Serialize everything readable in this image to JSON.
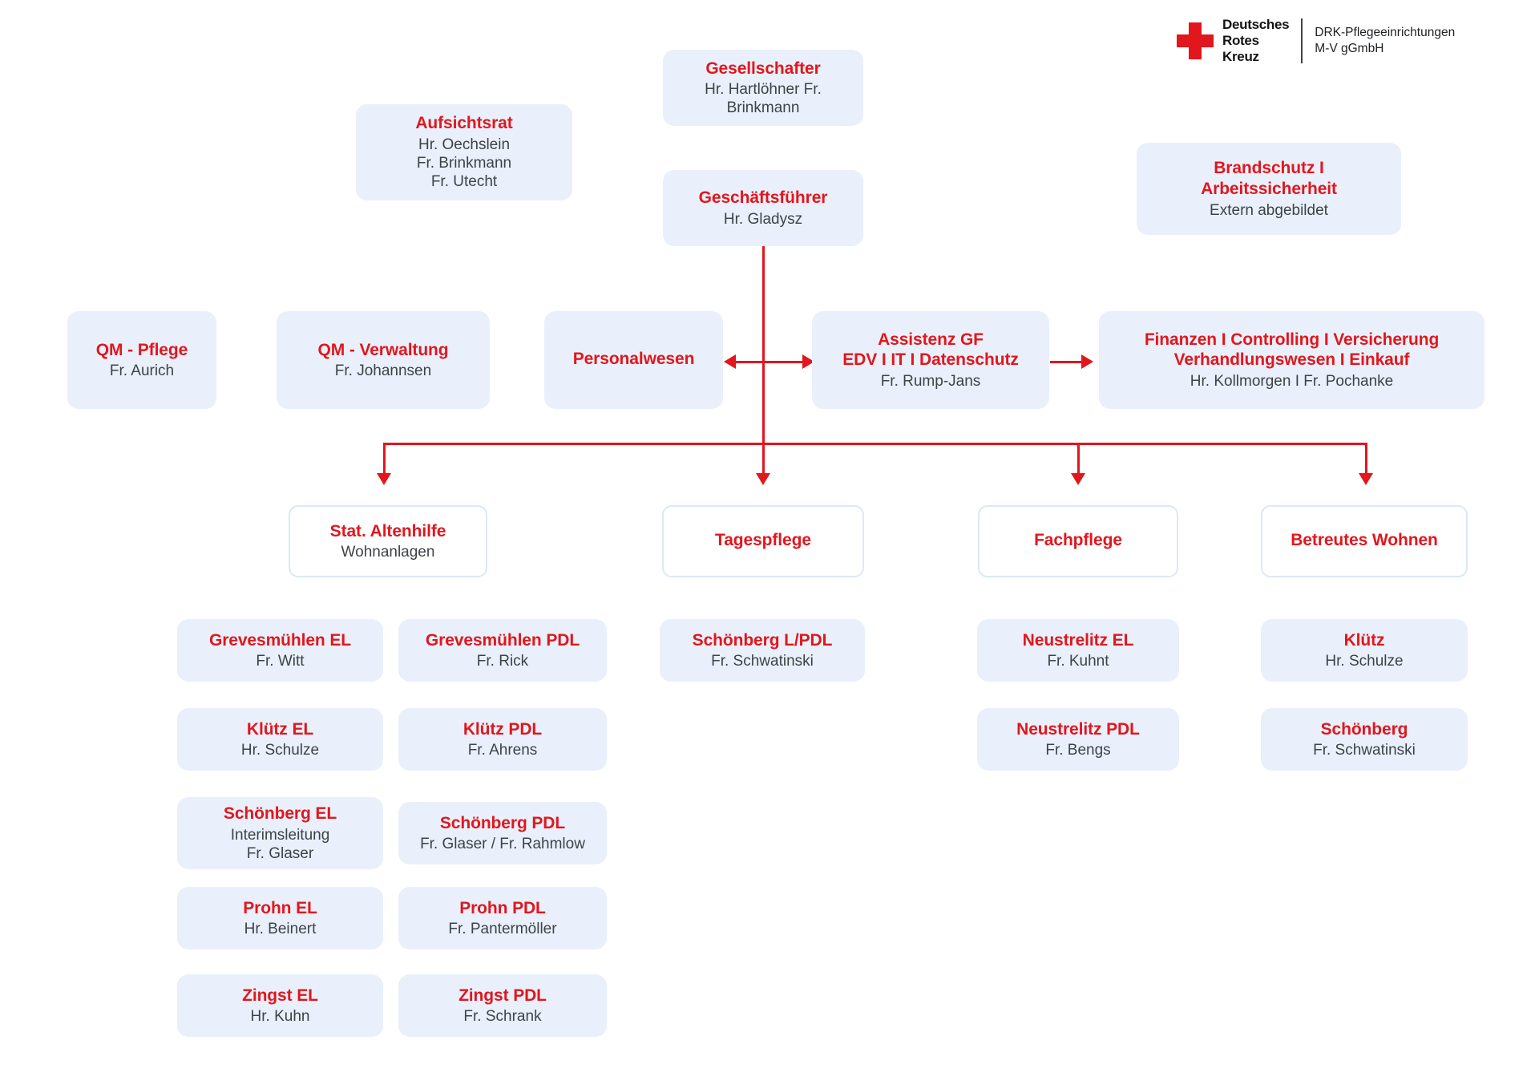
{
  "logo": {
    "icon": "red-cross-icon",
    "org_name": "Deutsches\nRotes\nKreuz",
    "company": "DRK-Pflegeeinrichtungen\nM-V gGmbH"
  },
  "colors": {
    "accent_red": "#e2161d",
    "box_fill": "#e9f0fb",
    "box_outline": "#dce8f7",
    "text_gray": "#3f4347",
    "background": "#ffffff"
  },
  "governance": {
    "aufsichtsrat": {
      "title": "Aufsichtsrat",
      "members": "Hr. Oechslein\nFr. Brinkmann\nFr. Utecht"
    },
    "gesellschafter": {
      "title": "Gesellschafter",
      "members": "Hr. Hartlöhner Fr.\nBrinkmann"
    },
    "geschaeftsfuehrer": {
      "title": "Geschäftsführer",
      "members": "Hr. Gladysz"
    },
    "brandschutz": {
      "title": "Brandschutz I\nArbeitssicherheit",
      "members": "Extern abgebildet"
    }
  },
  "staff_row": [
    {
      "title": "QM - Pflege",
      "members": "Fr. Aurich"
    },
    {
      "title": "QM - Verwaltung",
      "members": "Fr. Johannsen"
    },
    {
      "title": "Personalwesen",
      "members": ""
    },
    {
      "title": "Assistenz GF\nEDV I IT I Datenschutz",
      "members": "Fr. Rump-Jans"
    },
    {
      "title": "Finanzen I Controlling I Versicherung\nVerhandlungswesen I Einkauf",
      "members": "Hr. Kollmorgen I Fr. Pochanke"
    }
  ],
  "divisions": [
    {
      "title": "Stat. Altenhilfe",
      "members": "Wohnanlagen"
    },
    {
      "title": "Tagespflege",
      "members": ""
    },
    {
      "title": "Fachpflege",
      "members": ""
    },
    {
      "title": "Betreutes Wohnen",
      "members": ""
    }
  ],
  "altenhilfe_el": [
    {
      "title": "Grevesmühlen EL",
      "members": "Fr. Witt"
    },
    {
      "title": "Klütz EL",
      "members": "Hr. Schulze"
    },
    {
      "title": "Schönberg EL",
      "members": "Interimsleitung\nFr. Glaser"
    },
    {
      "title": "Prohn EL",
      "members": "Hr. Beinert"
    },
    {
      "title": "Zingst EL",
      "members": "Hr. Kuhn"
    }
  ],
  "altenhilfe_pdl": [
    {
      "title": "Grevesmühlen PDL",
      "members": "Fr. Rick"
    },
    {
      "title": "Klütz PDL",
      "members": "Fr. Ahrens"
    },
    {
      "title": "Schönberg PDL",
      "members": "Fr. Glaser / Fr. Rahmlow"
    },
    {
      "title": "Prohn PDL",
      "members": "Fr. Pantermöller"
    },
    {
      "title": "Zingst PDL",
      "members": "Fr. Schrank"
    }
  ],
  "tagespflege_children": [
    {
      "title": "Schönberg L/PDL",
      "members": "Fr. Schwatinski"
    }
  ],
  "fachpflege_children": [
    {
      "title": "Neustrelitz EL",
      "members": "Fr. Kuhnt"
    },
    {
      "title": "Neustrelitz PDL",
      "members": "Fr. Bengs"
    }
  ],
  "betreutes_wohnen_children": [
    {
      "title": "Klütz",
      "members": "Hr. Schulze"
    },
    {
      "title": "Schönberg",
      "members": "Fr. Schwatinski"
    }
  ]
}
